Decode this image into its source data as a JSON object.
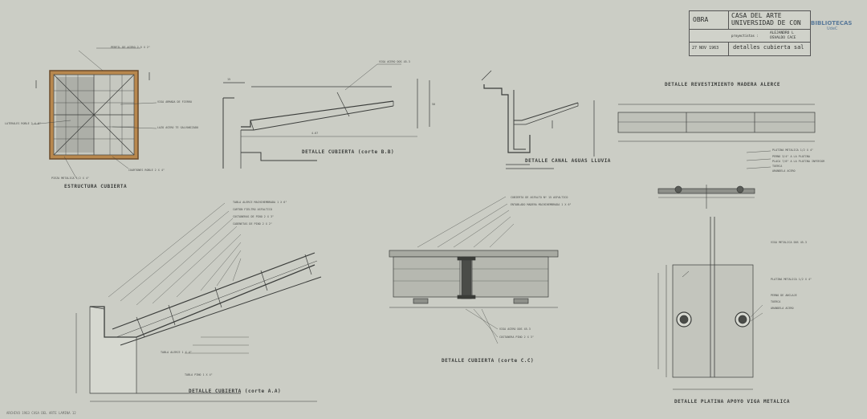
{
  "title_block": {
    "obra_label": "OBRA",
    "obra_line1": "CASA DEL ARTE",
    "obra_line2": "UNIVERSIDAD DE CON",
    "proyectistas_label": "proyectistas :",
    "proyectistas_names_1": "ALEJANDRO L",
    "proyectistas_names_2": "OSVALDO CACE",
    "date": "27 NOV 1963",
    "sheet_title": "detalles cubierta sal"
  },
  "watermark": {
    "line1": "BIBLIOTECAS",
    "line2": "UdeC"
  },
  "section_titles": {
    "estructura": "ESTRUCTURA CUBIERTA",
    "detalle_bb": "DETALLE CUBIERTA (corte B.B)",
    "detalle_canal": "DETALLE CANAL AGUAS LLUVIA",
    "detalle_revest": "DETALLE REVESTIMIENTO MADERA ALERCE",
    "detalle_aa": "DETALLE CUBIERTA (corte A.A)",
    "detalle_cc": "DETALLE CUBIERTA (corte C.C)",
    "detalle_platina": "DETALLE PLATINA APOYO VIGA METALICA"
  },
  "annotations": {
    "estructura": [
      "PERFIL DE ACERO 2.5 X 2\"",
      "VIGA ARMADA DE FIERRO",
      "LATERALES ROBLE 2 X 6\"",
      "LAZO ACERO TE GALVANIZADO",
      "CUARTONES ROBLE 2 X 4\"",
      "PIEZA METALICA 1/2 X 4\""
    ],
    "bb": [
      "VIGA ACERO DOS 45.3",
      "4.67",
      "15",
      "50"
    ],
    "revest": [
      "PLATINA METALICA 1/2 X 4\"",
      "PERNO 3/4\" A LA PLATINA",
      "PLACA 7/8\" A LA PLATINA INFERIOR",
      "TUERCA",
      "ARANDELA ACERO"
    ],
    "aa": [
      "TABLA ALERCE MACHIHEMBRADA 1 X 6\"",
      "CARTON FIELTRO ASFALTICO",
      "COSTANERAS DE PINO 2 X 3\"",
      "CADENETAS DE PINO 2 X 2\"",
      "TABLA ALERCE 1 X 4\"",
      "TABLA PINO 1 X 4\""
    ],
    "cc": [
      "CUBIERTA DE ASFALTO Nº 15 ASFALTICO",
      "ENTABLADO MADERA MACHIHEMBRADA 1 X 6\"",
      "VIGA ACERO DOS 45.3",
      "COSTANERA PINO 2 X 3\""
    ],
    "platina": [
      "VIGA METALICA DOS 45.3",
      "PLATINA METALICA 1/2 X 4\"",
      "PERNO DE ANCLAJE",
      "TUERCA",
      "ARANDELA ACERO"
    ]
  },
  "footer_stamp": "ARCHIVO 1963  CASA DEL ARTE  LAMINA 12"
}
